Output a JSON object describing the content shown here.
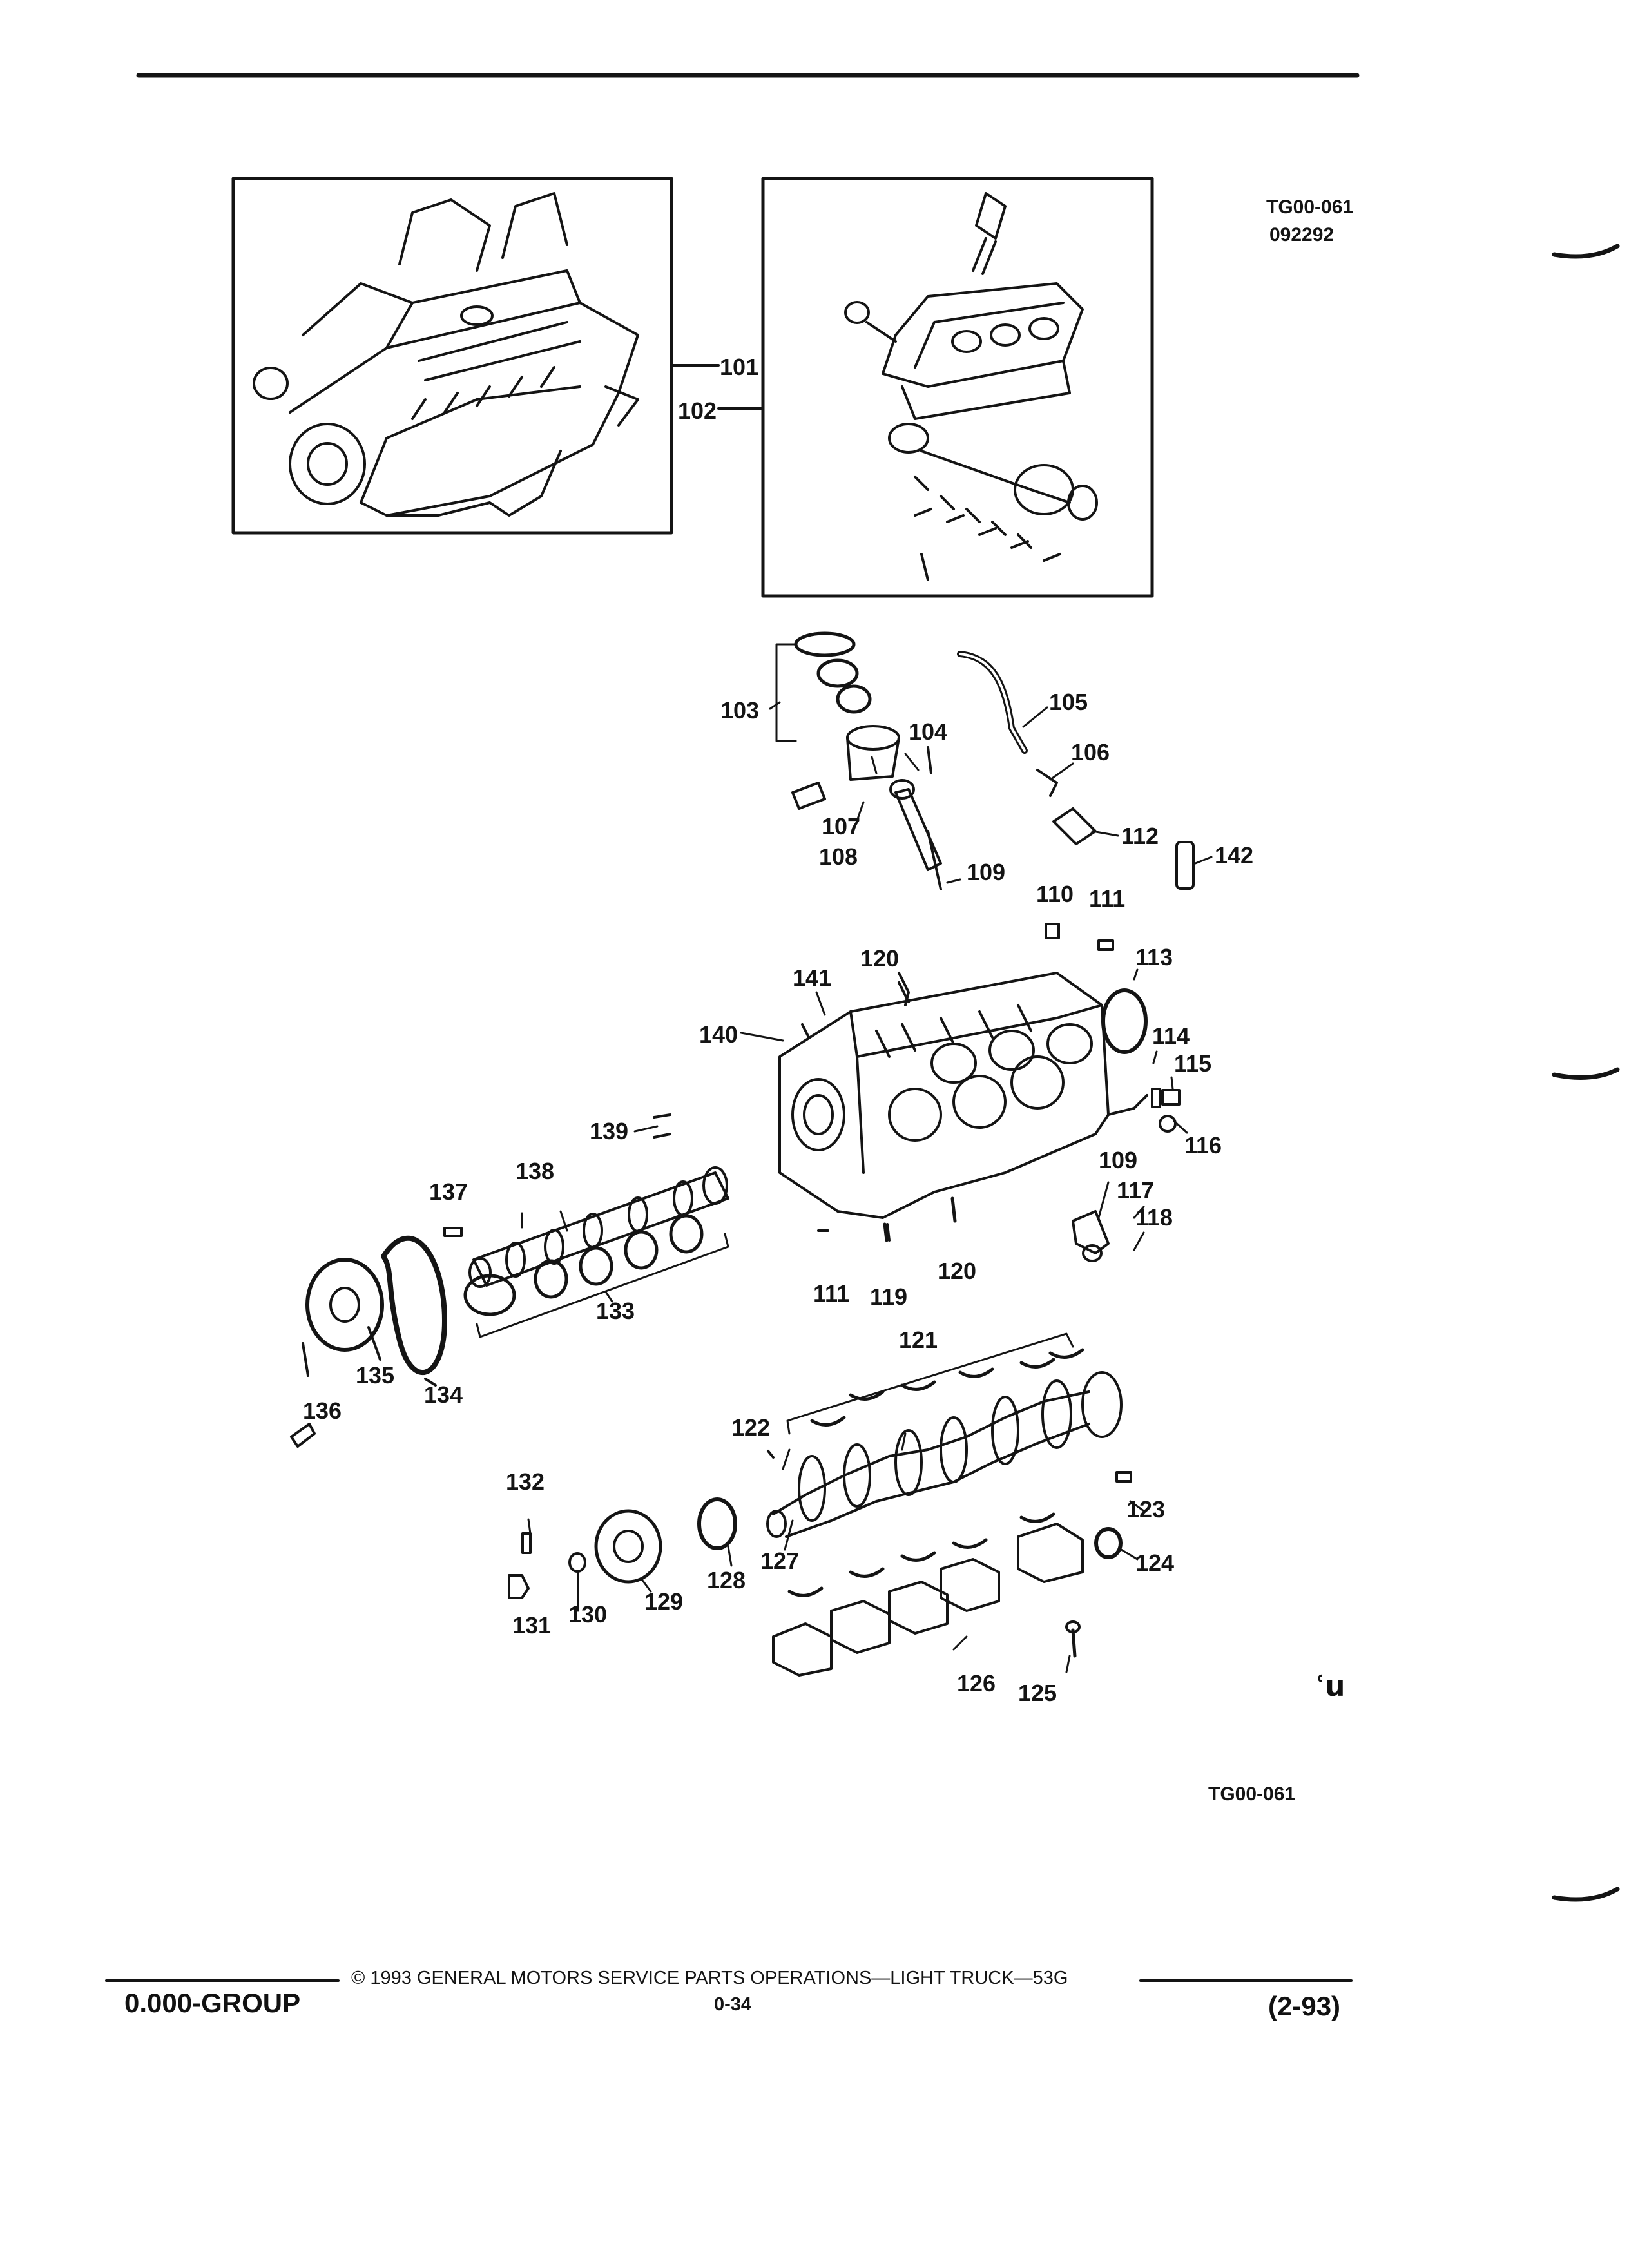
{
  "header": {
    "figure_code": "TG00-061",
    "date_code": "092292"
  },
  "diagram": {
    "callouts": [
      "101",
      "102",
      "103",
      "104",
      "105",
      "106",
      "107",
      "108",
      "109",
      "110",
      "111",
      "112",
      "113",
      "114",
      "115",
      "116",
      "117",
      "118",
      "119",
      "120",
      "121",
      "122",
      "123",
      "124",
      "125",
      "126",
      "127",
      "128",
      "129",
      "130",
      "131",
      "132",
      "133",
      "134",
      "135",
      "136",
      "137",
      "138",
      "139",
      "140",
      "141",
      "142"
    ],
    "bottom_code": "TG00-061"
  },
  "footer": {
    "copyright": "© 1993 GENERAL MOTORS SERVICE PARTS OPERATIONS—LIGHT TRUCK—53G",
    "group": "0.000-GROUP",
    "page": "0-34",
    "revision": "(2-93)"
  },
  "colors": {
    "ink": "#141414",
    "paper": "#ffffff"
  }
}
